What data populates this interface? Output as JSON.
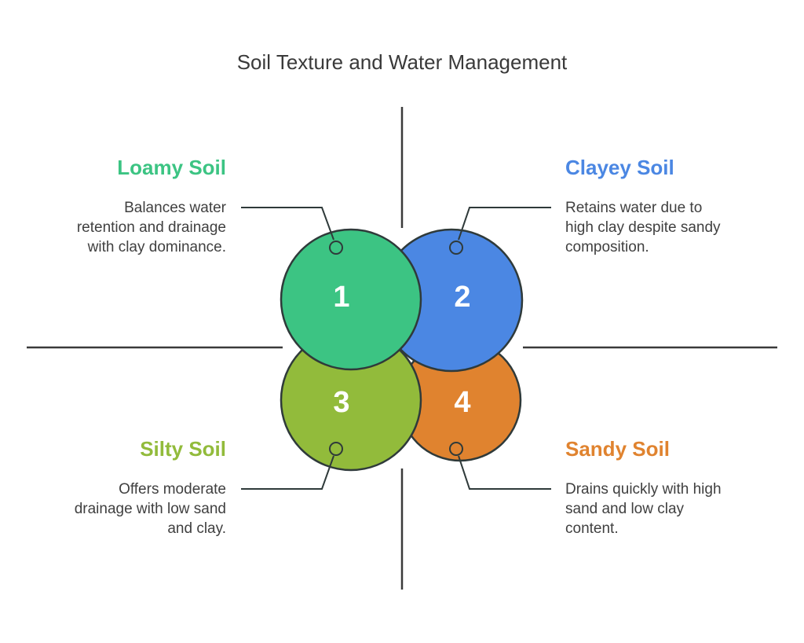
{
  "title": "Soil Texture and Water Management",
  "colors": {
    "loamy": "#3cc483",
    "clayey": "#4b87e3",
    "silty": "#92bb3b",
    "sandy": "#e0832f",
    "stroke": "#2f3a3a",
    "divider": "#3a3a3a"
  },
  "items": [
    {
      "number": "1",
      "heading": "Loamy Soil",
      "desc": [
        "Balances water",
        "retention and drainage",
        "with clay dominance."
      ]
    },
    {
      "number": "2",
      "heading": "Clayey Soil",
      "desc": [
        "Retains water due to",
        "high clay despite sandy",
        "composition."
      ]
    },
    {
      "number": "3",
      "heading": "Silty Soil",
      "desc": [
        "Offers moderate",
        "drainage with low sand",
        "and clay."
      ]
    },
    {
      "number": "4",
      "heading": "Sandy Soil",
      "desc": [
        "Drains quickly with high",
        "sand and low clay",
        "content."
      ]
    }
  ]
}
